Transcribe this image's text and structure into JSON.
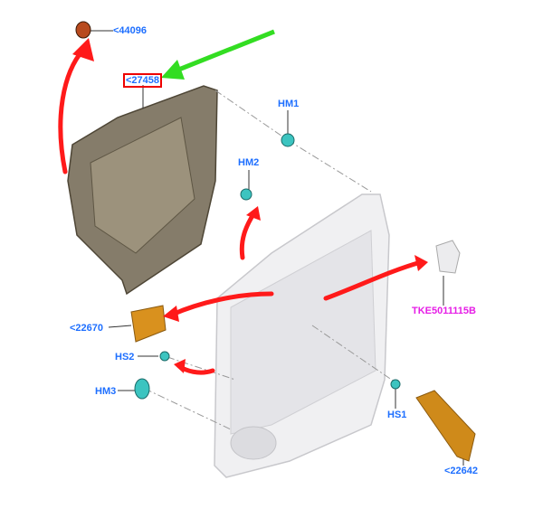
{
  "labels": {
    "p44096": "<44096",
    "p27458": "<27458",
    "hm1": "HM1",
    "hm2": "HM2",
    "tke": "TKE5011115B",
    "p22670": "<22670",
    "hs2": "HS2",
    "hm3": "HM3",
    "hs1": "HS1",
    "p22642": "<22642"
  },
  "colors": {
    "label": "#1e6fff",
    "highlight_label": "#e61ee6",
    "arrow_red": "#ff1a1a",
    "arrow_green": "#33dd22",
    "highlight_box": "#e00000"
  }
}
